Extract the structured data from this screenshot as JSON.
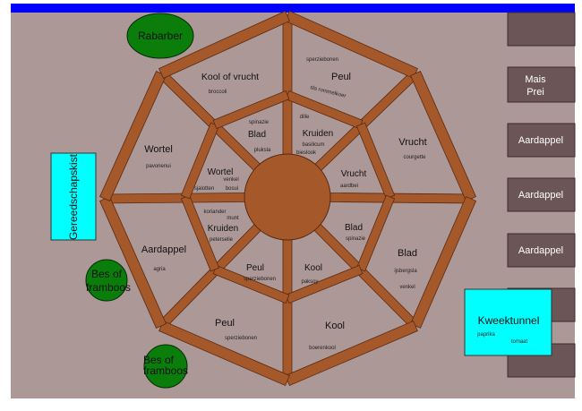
{
  "colors": {
    "background": "#ad9898",
    "top_bar": "#0000ff",
    "wood": "#a5582a",
    "wood_stroke": "#5a2a10",
    "side_bed": "#6b5557",
    "side_bed_text": "#ffffff",
    "green_bush": "#0a7d0a",
    "cyan_box": "#00ffff"
  },
  "garden": {
    "green_items": [
      {
        "label_lines": [
          "Rabarber"
        ]
      },
      {
        "label_lines": [
          "Bes of",
          "framboos"
        ]
      },
      {
        "label_lines": [
          "Bes of",
          "framboos"
        ]
      }
    ],
    "toolbox": {
      "label": "Gereedschapskist"
    },
    "greenhouse": {
      "label": "Kweektunnel",
      "plants": [
        "paprika",
        "tomaat"
      ]
    },
    "side_beds": [
      {
        "label_lines": []
      },
      {
        "label_lines": [
          "Mais",
          "Prei"
        ]
      },
      {
        "label_lines": [
          "Aardappel"
        ]
      },
      {
        "label_lines": [
          "Aardappel"
        ]
      },
      {
        "label_lines": [
          "Aardappel"
        ]
      },
      {
        "label_lines": []
      },
      {
        "label_lines": []
      }
    ],
    "outer_beds": [
      {
        "name": "Kool of vrucht",
        "plants": [
          "broccoli"
        ]
      },
      {
        "name": "Peul",
        "plants": [
          "sperziebonen",
          "sla rommelkoer"
        ]
      },
      {
        "name": "Vrucht",
        "plants": [
          "courgette"
        ]
      },
      {
        "name": "Blad",
        "plants": [
          "ijsbergsla",
          "venkel"
        ]
      },
      {
        "name": "Kool",
        "plants": [
          "boerenkool"
        ]
      },
      {
        "name": "Peul",
        "plants": [
          "sperziebonen"
        ]
      },
      {
        "name": "Aardappel",
        "plants": [
          "agria"
        ]
      },
      {
        "name": "Wortel",
        "plants": [
          "pavonenui"
        ]
      }
    ],
    "inner_beds": [
      {
        "name": "Blad",
        "plants": [
          "spinazie",
          "pluksla"
        ]
      },
      {
        "name": "Kruiden",
        "plants": [
          "dille",
          "basilicum",
          "bieslook"
        ]
      },
      {
        "name": "Vrucht",
        "plants": [
          "aardbei"
        ]
      },
      {
        "name": "Blad",
        "plants": [
          "spinazie"
        ]
      },
      {
        "name": "Kool",
        "plants": [
          "paksoy"
        ]
      },
      {
        "name": "Peul",
        "plants": [
          "sperziebonen"
        ]
      },
      {
        "name": "Kruiden",
        "plants": [
          "koriander",
          "munt",
          "peterselie"
        ]
      },
      {
        "name": "Wortel",
        "plants": [
          "sjalotten",
          "venkel",
          "bosui"
        ]
      }
    ]
  }
}
